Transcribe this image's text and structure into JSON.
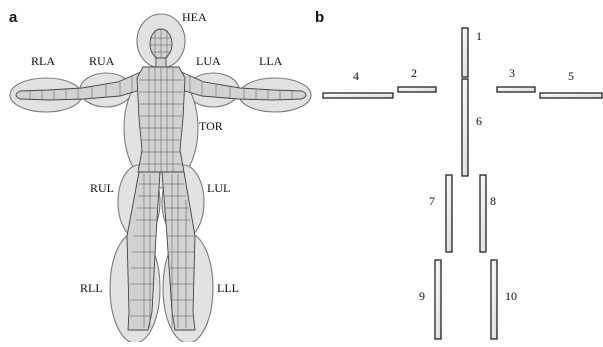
{
  "panel_a": {
    "letter": "a",
    "labels": {
      "head": "HEA",
      "right_lower_arm": "RLA",
      "right_upper_arm": "RUA",
      "left_upper_arm": "LUA",
      "left_lower_arm": "LLA",
      "torso": "TOR",
      "right_upper_leg": "RUL",
      "left_upper_leg": "LUL",
      "right_lower_leg": "RLL",
      "left_lower_leg": "LLL"
    }
  },
  "panel_b": {
    "letter": "b",
    "segments": [
      "1",
      "2",
      "3",
      "4",
      "5",
      "6",
      "7",
      "8",
      "9",
      "10"
    ]
  }
}
